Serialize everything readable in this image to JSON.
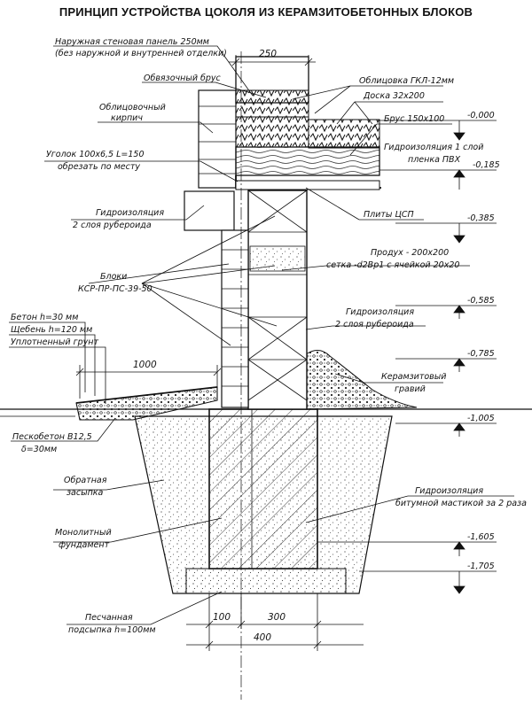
{
  "title": "ПРИНЦИП УСТРОЙСТВА ЦОКОЛЯ ИЗ КЕРАМЗИТОБЕТОННЫХ БЛОКОВ",
  "labels": {
    "outer_panel_1": "Наружная стеновая панель 250мм",
    "outer_panel_2": "(без наружной и внутренней отделки)",
    "binding_beam": "Обвязочный брус",
    "facing_brick_1": "Облицовочный",
    "facing_brick_2": "кирпич",
    "angle_1": "Уголок 100х6,5 L=150",
    "angle_2": "обрезать по месту",
    "waterproof_roof_1": "Гидроизоляция",
    "waterproof_roof_2": "2 слоя рубероида",
    "blocks_1": "Блоки",
    "blocks_2": "КСР-ПР-ПС-39-50",
    "concrete": "Бетон h=30 мм",
    "gravel": "Щебень h=120 мм",
    "soil": "Уплотненный грунт",
    "sandconcrete_1": "Пескобетон В12,5",
    "sandconcrete_2": "δ=30мм",
    "backfill_1": "Обратная",
    "backfill_2": "засыпка",
    "monolith_1": "Монолитный",
    "monolith_2": "фундамент",
    "sand_1": "Песчанная",
    "sand_2": "подсыпка h=100мм",
    "gkl": "Облицовка ГКЛ-12мм",
    "board": "Доска 32х200",
    "beam": "Брус 150х100",
    "wp_pvc_1": "Гидроизоляция 1 слой",
    "wp_pvc_2": "пленка ПВХ",
    "csp": "Плиты ЦСП",
    "vent_1": "Продух - 200х200",
    "vent_2": "сетка -d2Вр1 с ячейкой 20х20",
    "wp_right_1": "Гидроизоляция",
    "wp_right_2": "2 слоя рубероида",
    "claydite_1": "Керамзитовый",
    "claydite_2": "гравий",
    "wp_bitumen_1": "Гидроизоляция",
    "wp_bitumen_2": "битумной мастикой за 2 раза"
  },
  "dims": {
    "top": "250",
    "blind": "1000",
    "b100": "100",
    "b300": "300",
    "b400": "400"
  },
  "levels": {
    "l1": "-0,000",
    "l2": "-0,185",
    "l3": "-0,385",
    "l4": "-0,585",
    "l5": "-0,785",
    "l6": "-1,005",
    "l7": "-1,605",
    "l8": "-1,705"
  }
}
